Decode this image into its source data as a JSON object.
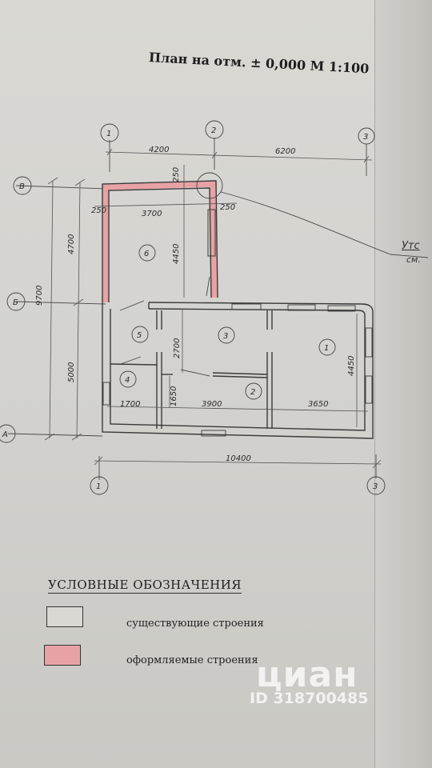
{
  "title": "План на отм. ± 0,000 М 1:100",
  "axes": {
    "col_top": [
      "1",
      "2",
      "3"
    ],
    "col_bottom": [
      "1",
      "3"
    ],
    "rows": [
      "В",
      "Б",
      "А"
    ]
  },
  "dimensions": {
    "top_a": "4200",
    "top_b": "6200",
    "left_total": "9700",
    "left_upper": "4700",
    "left_lower": "5000",
    "room6_width": "3700",
    "wall_left": "250",
    "wall_right": "250",
    "wall_top": "250",
    "room6_height": "4450",
    "room3_height": "2700",
    "room1_height": "4450",
    "corridor_height": "1650",
    "bottom_a": "1700",
    "bottom_b": "3900",
    "bottom_c": "3650",
    "overall": "10400"
  },
  "rooms": [
    "1",
    "2",
    "3",
    "4",
    "5",
    "6"
  ],
  "side_note": {
    "line1": "Утс",
    "line2": "см."
  },
  "legend": {
    "title": "УСЛОВНЫЕ ОБОЗНАЧЕНИЯ",
    "existing": "существующие строения",
    "registered": "оформляемые строения",
    "existing_color": "#d9d8d3",
    "registered_color": "#e8a2a6"
  },
  "watermark": {
    "brand": "циан",
    "id": "ID 318700485"
  }
}
